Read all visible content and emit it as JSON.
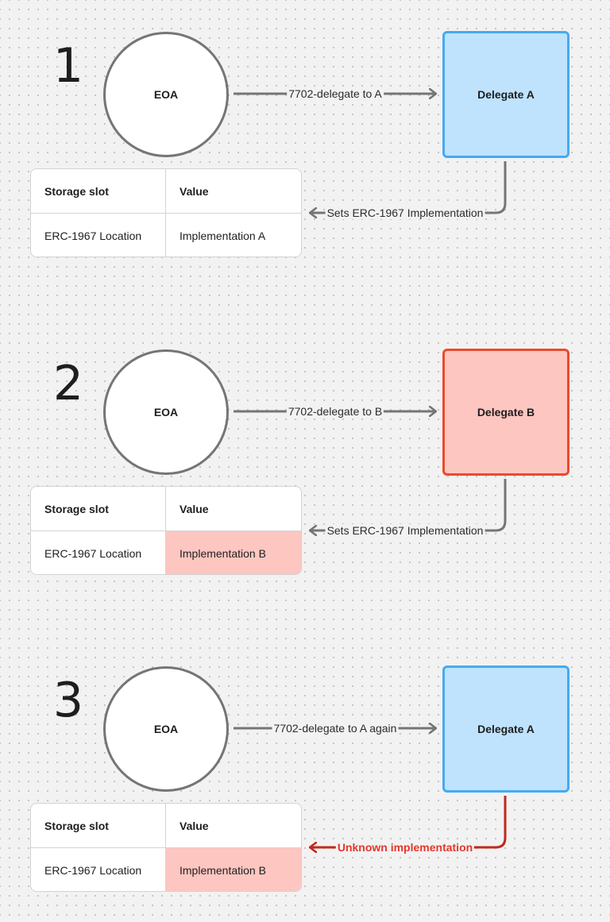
{
  "steps": [
    {
      "number": "1",
      "eoa_label": "EOA",
      "delegate_label": "Delegate A",
      "delegate_color": "blue",
      "delegate_edge_label": "7702-delegate to A",
      "storage_edge_label": "Sets ERC-1967 Implementation",
      "storage_edge_color": "gray",
      "table": {
        "headers": [
          "Storage slot",
          "Value"
        ],
        "row": [
          "ERC-1967 Location",
          "Implementation A"
        ],
        "value_highlighted": false
      }
    },
    {
      "number": "2",
      "eoa_label": "EOA",
      "delegate_label": "Delegate B",
      "delegate_color": "red",
      "delegate_edge_label": "7702-delegate to B",
      "storage_edge_label": "Sets ERC-1967 Implementation",
      "storage_edge_color": "gray",
      "table": {
        "headers": [
          "Storage slot",
          "Value"
        ],
        "row": [
          "ERC-1967 Location",
          "Implementation B"
        ],
        "value_highlighted": true
      }
    },
    {
      "number": "3",
      "eoa_label": "EOA",
      "delegate_label": "Delegate A",
      "delegate_color": "blue",
      "delegate_edge_label": "7702-delegate to A again",
      "storage_edge_label": "Unknown implementation",
      "storage_edge_color": "red",
      "table": {
        "headers": [
          "Storage slot",
          "Value"
        ],
        "row": [
          "ERC-1967 Location",
          "Implementation B"
        ],
        "value_highlighted": true
      }
    }
  ],
  "colors": {
    "blue_fill": "#bfe3fd",
    "blue_border": "#45aaf2",
    "red_fill": "#fec6c1",
    "red_border": "#ea4b2d",
    "connector_gray": "#757575",
    "connector_red": "#c0291d",
    "warning_text": "#e5372a"
  }
}
